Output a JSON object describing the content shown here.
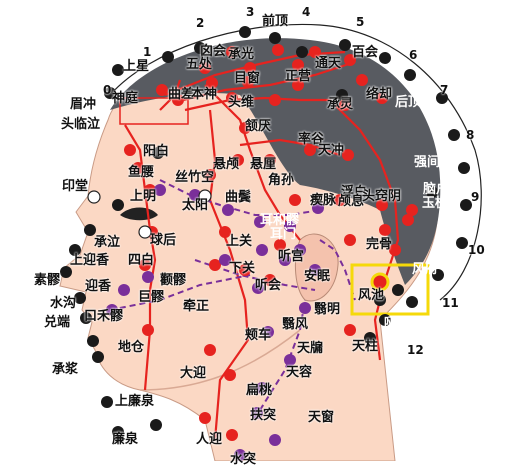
{
  "colors": {
    "skin": "#fbd8c4",
    "hair": "#585b61",
    "meridian_red": "#e6231f",
    "meridian_purple": "#7a2f9a",
    "dot_black": "#1a1a1a",
    "highlight": "#f5d90a"
  },
  "scale_numbers": [
    "0",
    "1",
    "2",
    "3",
    "4",
    "5",
    "6",
    "7",
    "8",
    "9",
    "10",
    "11",
    "12"
  ],
  "points": [
    {
      "name": "上星"
    },
    {
      "name": "囟会"
    },
    {
      "name": "前顶"
    },
    {
      "name": "五处"
    },
    {
      "name": "承光"
    },
    {
      "name": "百会"
    },
    {
      "name": "通天"
    },
    {
      "name": "曲差"
    },
    {
      "name": "目窗"
    },
    {
      "name": "正营"
    },
    {
      "name": "络却"
    },
    {
      "name": "后顶"
    },
    {
      "name": "神庭"
    },
    {
      "name": "承灵"
    },
    {
      "name": "眉冲"
    },
    {
      "name": "头临泣"
    },
    {
      "name": "本神"
    },
    {
      "name": "头维"
    },
    {
      "name": "颔厌"
    },
    {
      "name": "率谷"
    },
    {
      "name": "强间"
    },
    {
      "name": "阳白"
    },
    {
      "name": "丝竹空"
    },
    {
      "name": "鱼腰"
    },
    {
      "name": "悬颅"
    },
    {
      "name": "悬厘"
    },
    {
      "name": "天冲"
    },
    {
      "name": "脑户"
    },
    {
      "name": "印堂"
    },
    {
      "name": "太阳"
    },
    {
      "name": "曲鬓"
    },
    {
      "name": "角孙"
    },
    {
      "name": "浮白"
    },
    {
      "name": "玉枕"
    },
    {
      "name": "上明"
    },
    {
      "name": "耳和髎"
    },
    {
      "name": "耳门"
    },
    {
      "name": "瘈脉"
    },
    {
      "name": "颅息"
    },
    {
      "name": "头窍阴"
    },
    {
      "name": "承泣"
    },
    {
      "name": "球后"
    },
    {
      "name": "上关"
    },
    {
      "name": "听宫"
    },
    {
      "name": "完骨"
    },
    {
      "name": "上迎香"
    },
    {
      "name": "四白"
    },
    {
      "name": "下关"
    },
    {
      "name": "听会"
    },
    {
      "name": "安眠"
    },
    {
      "name": "风府"
    },
    {
      "name": "素髎"
    },
    {
      "name": "颧髎"
    },
    {
      "name": "翳明"
    },
    {
      "name": "风池"
    },
    {
      "name": "迎香"
    },
    {
      "name": "巨髎"
    },
    {
      "name": "牵正"
    },
    {
      "name": "水沟"
    },
    {
      "name": "口禾髎"
    },
    {
      "name": "翳风"
    },
    {
      "name": "哑门"
    },
    {
      "name": "兑端"
    },
    {
      "name": "地仓"
    },
    {
      "name": "颊车"
    },
    {
      "name": "天柱"
    },
    {
      "name": "承浆"
    },
    {
      "name": "天牖"
    },
    {
      "name": "大迎"
    },
    {
      "name": "天容"
    },
    {
      "name": "扁桃"
    },
    {
      "name": "上廉泉"
    },
    {
      "name": "扶突"
    },
    {
      "name": "天窗"
    },
    {
      "name": "廉泉"
    },
    {
      "name": "人迎"
    },
    {
      "name": "水突"
    }
  ]
}
